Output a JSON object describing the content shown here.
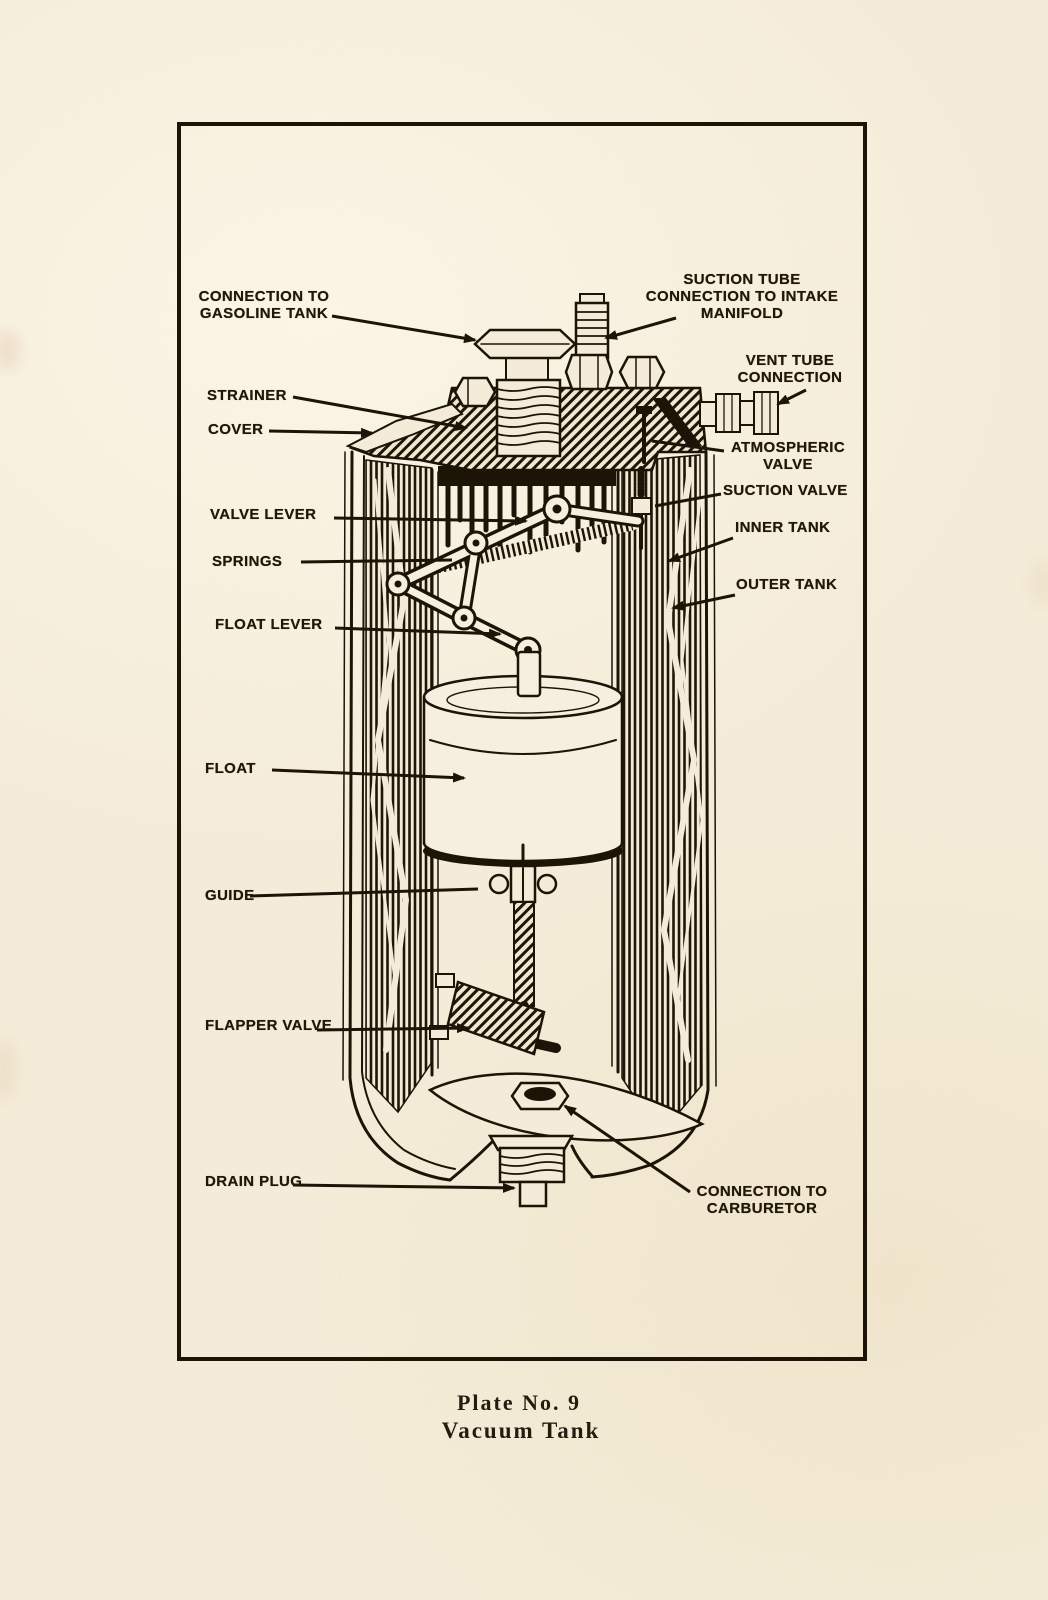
{
  "page": {
    "paper_color": "#f4ecd8",
    "ink_color": "#221808"
  },
  "figure": {
    "caption": {
      "plate": "Plate No. 9",
      "title": "Vacuum Tank"
    },
    "labels": {
      "connection_to_gasoline_tank": "CONNECTION TO\nGASOLINE TANK",
      "strainer": "STRAINER",
      "cover": "COVER",
      "valve_lever": "VALVE LEVER",
      "springs": "SPRINGS",
      "float_lever": "FLOAT LEVER",
      "float": "FLOAT",
      "guide": "GUIDE",
      "flapper_valve": "FLAPPER VALVE",
      "drain_plug": "DRAIN PLUG",
      "suction_tube": "SUCTION TUBE\nCONNECTION TO INTAKE\nMANIFOLD",
      "vent_tube": "VENT TUBE\nCONNECTION",
      "atmospheric_valve": "ATMOSPHERIC\nVALVE",
      "suction_valve": "SUCTION VALVE",
      "inner_tank": "INNER TANK",
      "outer_tank": "OUTER TANK",
      "connection_to_carburetor": "CONNECTION TO\nCARBURETOR"
    }
  }
}
